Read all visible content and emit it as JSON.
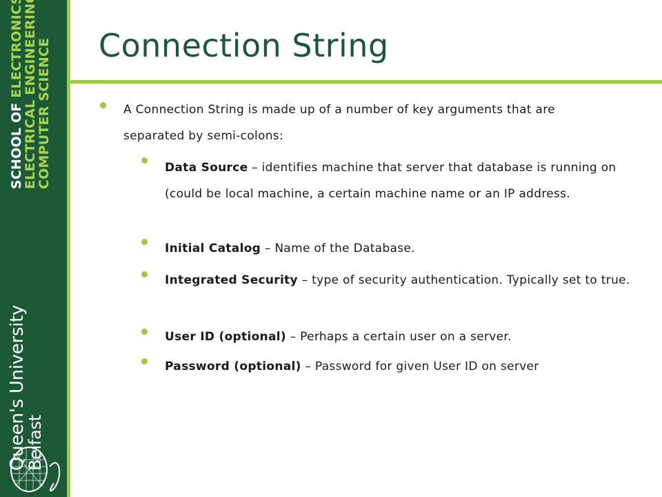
{
  "sidebar": {
    "school_line1": "SCHOOL OF ELECTRONICS,",
    "school_line1_white": "SCHOOL OF ",
    "school_line1_green": "ELECTRONICS,",
    "school_line2": "ELECTRICAL ENGINEERING AND",
    "school_line3": "COMPUTER SCIENCE",
    "university_line1": "Queen's University",
    "university_line2": "Belfast",
    "crest_icon": "qub-crest-icon"
  },
  "slide": {
    "title": "Connection String",
    "bullets": [
      {
        "text": "A Connection String is made up of a number of key arguments that are separated by semi-colons:",
        "sub_bullets": [
          {
            "term": "Data Source",
            "desc": " – identifies machine that server that database is running on (could be local machine, a certain machine name or an IP address."
          },
          {
            "term": "Initial Catalog",
            "desc": " – Name of the Database."
          },
          {
            "term": "Integrated Security",
            "desc": " – type of security authentication. Typically set to true."
          },
          {
            "term": "User ID (optional)",
            "desc": " – Perhaps a certain user on a server."
          },
          {
            "term": "Password (optional)",
            "desc": " – Password for given User ID on server"
          }
        ]
      }
    ]
  },
  "colors": {
    "sidebar": "#1c5a37",
    "accent": "#9ccc3c",
    "title": "#1b5739"
  }
}
